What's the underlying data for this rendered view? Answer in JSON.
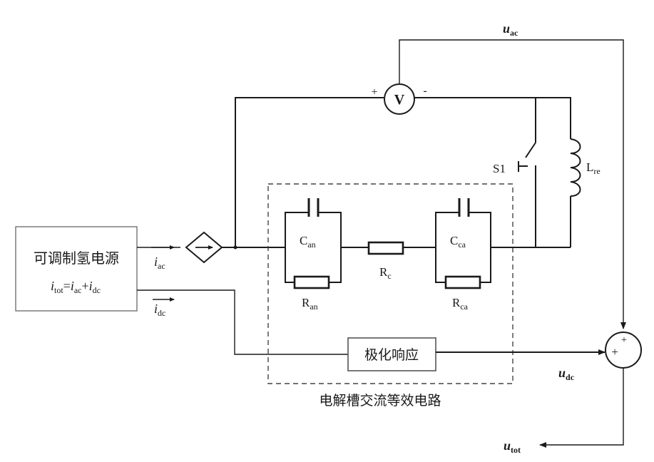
{
  "source": {
    "name": "可调制氢电源",
    "equation": {
      "i1": "i",
      "s1": "tot",
      "eq": "=",
      "i2": "i",
      "s2": "ac",
      "plus": "+",
      "i3": "i",
      "s3": "dc"
    }
  },
  "currents": {
    "iac": {
      "main": "i",
      "sub": "ac"
    },
    "idc": {
      "main": "i",
      "sub": "dc"
    }
  },
  "equivalent_circuit": {
    "caption": "电解槽交流等效电路",
    "c_an": {
      "main": "C",
      "sub": "an"
    },
    "r_an": {
      "main": "R",
      "sub": "an"
    },
    "r_c": {
      "main": "R",
      "sub": "c"
    },
    "c_ca": {
      "main": "C",
      "sub": "ca"
    },
    "r_ca": {
      "main": "R",
      "sub": "ca"
    }
  },
  "polarization": {
    "label": "极化响应"
  },
  "voltmeter": {
    "label": "V",
    "plus": "+",
    "minus": "-"
  },
  "switch": {
    "label": "S1"
  },
  "inductor": {
    "main": "L",
    "sub": "re"
  },
  "signals": {
    "uac": {
      "main": "u",
      "sub": "ac"
    },
    "udc": {
      "main": "u",
      "sub": "dc"
    },
    "utot": {
      "main": "u",
      "sub": "tot"
    }
  },
  "summer": {
    "plus_top": "+",
    "plus_left": "+"
  }
}
